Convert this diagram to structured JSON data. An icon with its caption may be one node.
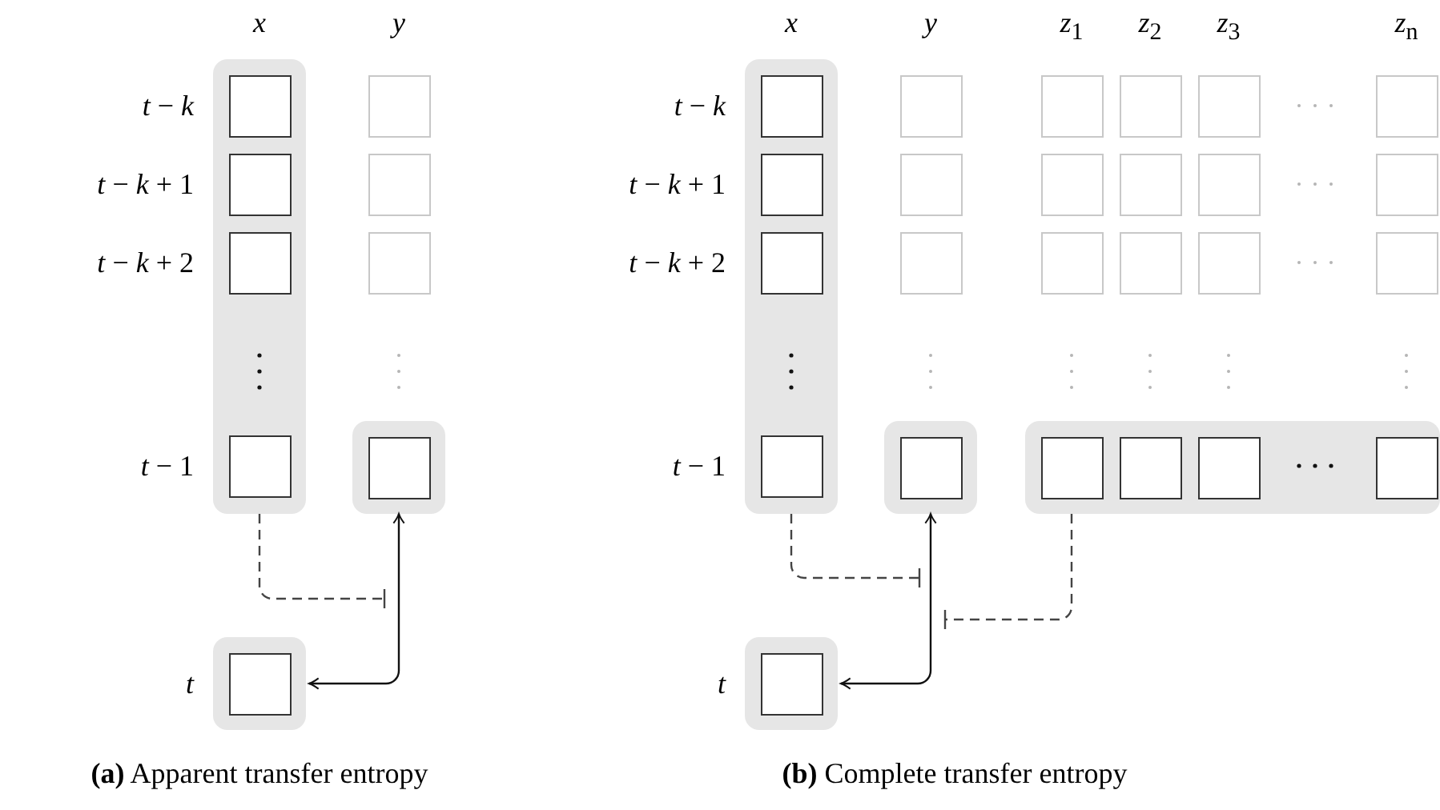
{
  "diagram": {
    "nodes": [
      {
        "text": [],
        "shape": "box"
      },
      {
        "text": [],
        "shape": "box"
      },
      {
        "text": [],
        "shape": "box"
      },
      {
        "text": [],
        "shape": "box"
      },
      {
        "text": [],
        "shape": "box"
      },
      {
        "text": [],
        "shape": "box"
      },
      {
        "text": [],
        "shape": "box"
      }
    ],
    "edges": [
      {
        "from": 1,
        "to": 2,
        "arrow": "both"
      },
      {
        "from": 0,
        "to": null,
        "arrow": "other",
        "style": "dashed"
      },
      {
        "from": 4,
        "to": 6,
        "arrow": "both"
      },
      {
        "from": 3,
        "to": null,
        "arrow": "other",
        "style": "dashed"
      },
      {
        "from": 5,
        "to": null,
        "arrow": "other",
        "style": "dashed"
      }
    ],
    "labels": [
      "*x*",
      "*y*",
      "*x*",
      "*y*",
      "*z*$_{1}$",
      "*z*$_{2}$",
      "*z*$_{3}$",
      "*z*$_{n}$",
      "*t* − *k*",
      "*t* − *k*",
      "*t* − *k* + 1",
      "*t* − *k* + 1",
      "*t* − *k* + 2",
      "*t* − *k* + 2",
      "*t* − 1",
      "*t* − 1",
      "*t*",
      "*t*",
      "**(a)** Apparent transfer entropy",
      "**(b)** Complete transfer entropy"
    ]
  }
}
